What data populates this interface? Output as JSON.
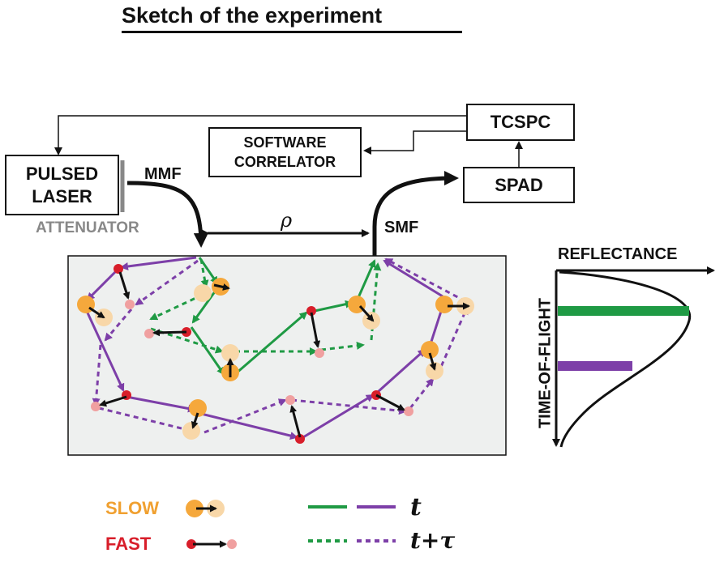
{
  "title": "Sketch of the experiment",
  "boxes": {
    "pulsed_laser": "PULSED\nLASER",
    "software_correlator": "SOFTWARE\nCORRELATOR",
    "tcspc": "TCSPC",
    "spad": "SPAD"
  },
  "labels": {
    "attenuator": "ATTENUATOR",
    "mmf": "MMF",
    "smf": "SMF",
    "rho": "ρ",
    "reflectance": "REFLECTANCE",
    "time_of_flight": "TIME-OF-FLIGHT"
  },
  "legend": {
    "slow": "SLOW",
    "fast": "FAST",
    "t": "t",
    "t_tau": "t+τ"
  },
  "colors": {
    "green_path": "#1f9a44",
    "purple_path": "#7d3fa8",
    "slow_particle": "#f5a83c",
    "slow_particle_light": "#f8d7a8",
    "fast_particle": "#d81e2a",
    "fast_particle_light": "#f0a0a0",
    "sample_bg": "#eef0ef",
    "attenuator": "#888888",
    "slow_text": "#f0a030",
    "fast_text": "#d81e2a"
  }
}
